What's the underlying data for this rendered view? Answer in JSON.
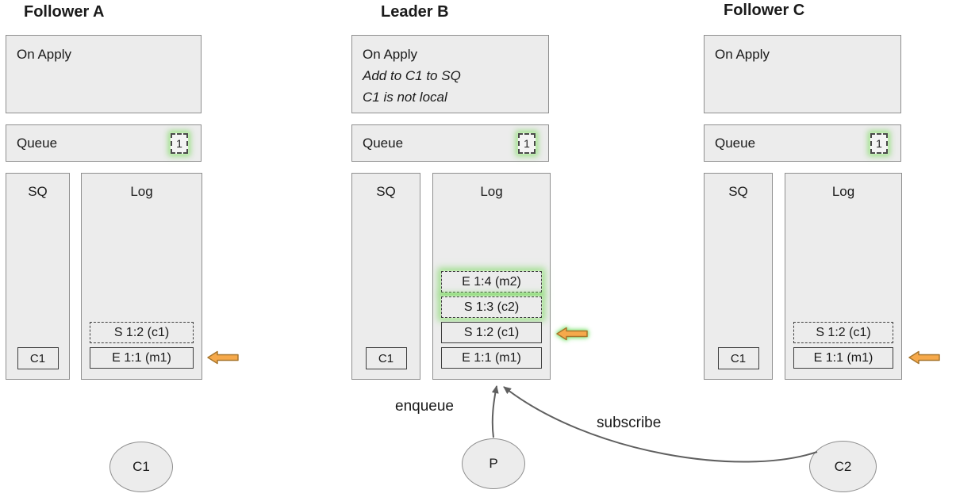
{
  "diagram": {
    "nodes": [
      {
        "id": "follower-a",
        "title": "Follower A",
        "on_apply": {
          "lines": [
            "On Apply"
          ]
        },
        "queue": {
          "label": "Queue",
          "badge": "1"
        },
        "sq": {
          "label": "SQ",
          "items": [
            "C1"
          ]
        },
        "log": {
          "label": "Log",
          "entries": [
            {
              "label": "S 1:2 (c1)",
              "border": "dashed",
              "glow": false
            },
            {
              "label": "E 1:1 (m1)",
              "border": "solid",
              "glow": false
            }
          ]
        },
        "apply_pointer": {
          "points_at": "E 1:1 (m1)",
          "glow": false
        }
      },
      {
        "id": "leader-b",
        "title": "Leader B",
        "on_apply": {
          "lines": [
            "On Apply",
            "Add to C1 to SQ",
            "C1 is not local"
          ]
        },
        "queue": {
          "label": "Queue",
          "badge": "1"
        },
        "sq": {
          "label": "SQ",
          "items": [
            "C1"
          ]
        },
        "log": {
          "label": "Log",
          "entries": [
            {
              "label": "E 1:4 (m2)",
              "border": "dashed",
              "glow": true
            },
            {
              "label": "S 1:3 (c2)",
              "border": "dashed",
              "glow": true
            },
            {
              "label": "S 1:2 (c1)",
              "border": "solid",
              "glow": false
            },
            {
              "label": "E 1:1 (m1)",
              "border": "solid",
              "glow": false
            }
          ]
        },
        "apply_pointer": {
          "points_at": "S 1:2 (c1)",
          "glow": true
        }
      },
      {
        "id": "follower-c",
        "title": "Follower C",
        "on_apply": {
          "lines": [
            "On Apply"
          ]
        },
        "queue": {
          "label": "Queue",
          "badge": "1"
        },
        "sq": {
          "label": "SQ",
          "items": [
            "C1"
          ]
        },
        "log": {
          "label": "Log",
          "entries": [
            {
              "label": "S 1:2 (c1)",
              "border": "dashed",
              "glow": false
            },
            {
              "label": "E 1:1 (m1)",
              "border": "solid",
              "glow": false
            }
          ]
        },
        "apply_pointer": {
          "points_at": "E 1:1 (m1)",
          "glow": false
        }
      }
    ],
    "actors": [
      {
        "id": "c1",
        "label": "C1"
      },
      {
        "id": "p",
        "label": "P"
      },
      {
        "id": "c2",
        "label": "C2"
      }
    ],
    "flows": [
      {
        "id": "enqueue",
        "label": "enqueue",
        "from": "P",
        "to": "leader-b-log"
      },
      {
        "id": "subscribe",
        "label": "subscribe",
        "from": "C2",
        "to": "leader-b-log"
      }
    ],
    "colors": {
      "box_fill": "#ececec",
      "box_border": "#8f8f8f",
      "entry_border": "#3e3e3e",
      "glow_green": "#7fe87a",
      "pointer_fill": "#f6a94b",
      "pointer_border": "#a8762d",
      "connector": "#5f5f5f",
      "text": "#1a1a1a"
    }
  }
}
